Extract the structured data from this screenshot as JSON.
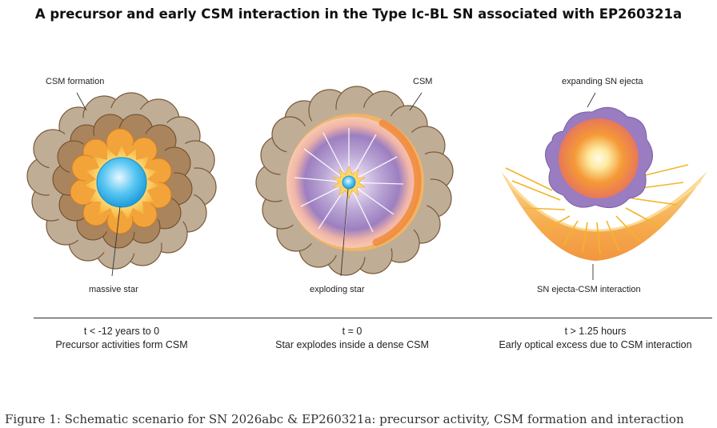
{
  "title": "A precursor and early CSM interaction in the Type Ic-BL SN associated with EP260321a",
  "labels": {
    "csm_formation": "CSM formation",
    "massive_star": "massive star",
    "csm": "CSM",
    "exploding_star": "exploding star",
    "expanding_ejecta": "expanding SN ejecta",
    "ejecta_interaction": "SN ejecta-CSM interaction"
  },
  "stages": [
    {
      "time": "t < -12 years to 0",
      "description": "Precursor activities form CSM"
    },
    {
      "time": "t = 0",
      "description": "Star explodes inside a dense CSM"
    },
    {
      "time": "t > 1.25 hours",
      "description": "Early optical excess due to CSM interaction"
    }
  ],
  "footer_caption": "Figure 1: Schematic scenario for SN 2026abc & EP260321a: precursor activity, CSM formation and interaction",
  "colors": {
    "csm_outer": "#b9a48c",
    "csm_mid": "#c99a63",
    "fire_orange": "#f39a2a",
    "fire_yellow": "#fde585",
    "star_blue": "#3fb6ee",
    "ejecta_purple": "#9a7cc0"
  }
}
